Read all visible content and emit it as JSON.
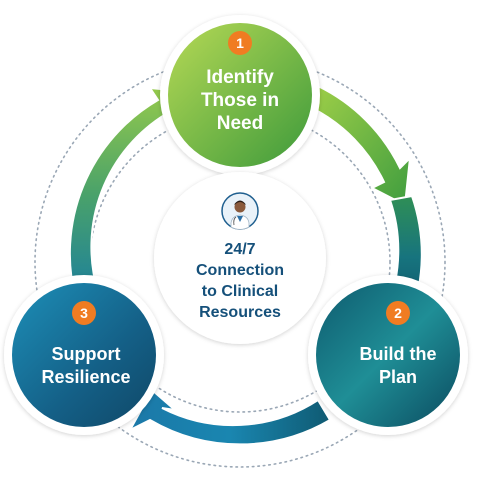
{
  "steps": [
    {
      "number": "1",
      "lines": [
        "Identify",
        "Those in",
        "Need"
      ]
    },
    {
      "number": "2",
      "lines": [
        "Build the",
        "Plan"
      ]
    },
    {
      "number": "3",
      "lines": [
        "Support",
        "Resilience"
      ]
    }
  ],
  "center": {
    "lines": [
      "24/7",
      "Connection",
      "to Clinical",
      "Resources"
    ],
    "icon": "doctor-icon"
  },
  "colors": {
    "green_light": "#a9d14a",
    "green_dark": "#3f9a3c",
    "teal_light": "#1c8a97",
    "teal_dark": "#0d4f66",
    "blue_light": "#1b7fb5",
    "blue_dark": "#10506f",
    "badge": "#f07c22",
    "center_text": "#15507a",
    "dots": "#9aa7b5"
  }
}
